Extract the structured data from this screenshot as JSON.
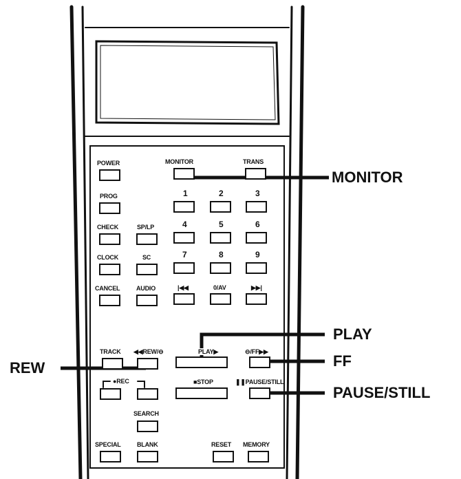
{
  "buttons": {
    "power": "POWER",
    "monitor": "MONITOR",
    "trans": "TRANS",
    "prog": "PROG",
    "one": "1",
    "two": "2",
    "three": "3",
    "check": "CHECK",
    "splp": "SP/LP",
    "four": "4",
    "five": "5",
    "six": "6",
    "clock": "CLOCK",
    "sc": "SC",
    "seven": "7",
    "eight": "8",
    "nine": "9",
    "cancel": "CANCEL",
    "audio": "AUDIO",
    "prev": "|◀◀",
    "zero_av": "0/AV",
    "next": "▶▶|",
    "track": "TRACK",
    "rew": "◀◀REW/⊖",
    "play": "PLAY▶",
    "ff": "⊖/FF▶▶",
    "rec": "●REC",
    "stop": "■STOP",
    "pause_still": "❚❚PAUSE/STILL",
    "search": "SEARCH",
    "special": "SPECIAL",
    "blank": "BLANK",
    "reset": "RESET",
    "memory": "MEMORY"
  },
  "callouts": {
    "monitor": "MONITOR",
    "play": "PLAY",
    "rew": "REW",
    "ff": "FF",
    "pause_still": "PAUSE/STILL"
  }
}
